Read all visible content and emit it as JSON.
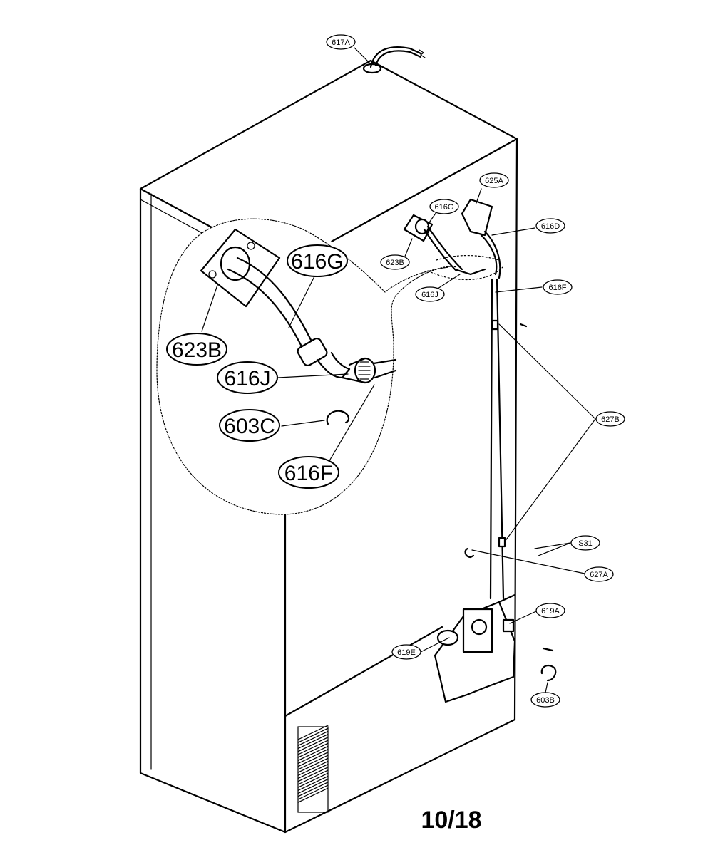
{
  "diagram": {
    "page_number": "10/18",
    "parts": [
      {
        "id": "p617A",
        "label": "617A"
      },
      {
        "id": "p625A",
        "label": "625A"
      },
      {
        "id": "p616G_s",
        "label": "616G"
      },
      {
        "id": "p616D",
        "label": "616D"
      },
      {
        "id": "p623B_s",
        "label": "623B"
      },
      {
        "id": "p616J_s",
        "label": "616J"
      },
      {
        "id": "p616F_s",
        "label": "616F"
      },
      {
        "id": "p627B",
        "label": "627B"
      },
      {
        "id": "pS31",
        "label": "S31"
      },
      {
        "id": "p627A",
        "label": "627A"
      },
      {
        "id": "p619A",
        "label": "619A"
      },
      {
        "id": "p619E",
        "label": "619E"
      },
      {
        "id": "p603B",
        "label": "603B"
      }
    ],
    "detail_parts": [
      {
        "id": "d616G",
        "label": "616G"
      },
      {
        "id": "d623B",
        "label": "623B"
      },
      {
        "id": "d616J",
        "label": "616J"
      },
      {
        "id": "d603C",
        "label": "603C"
      },
      {
        "id": "d616F",
        "label": "616F"
      }
    ]
  }
}
